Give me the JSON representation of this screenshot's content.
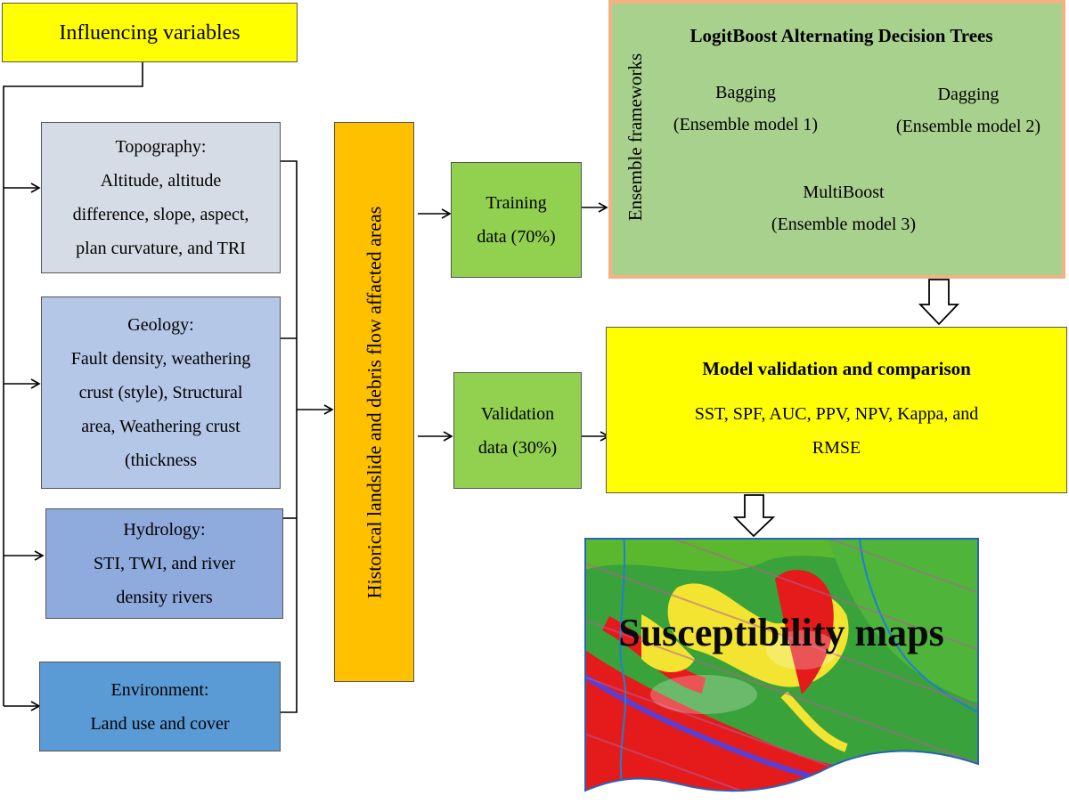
{
  "influencing": {
    "label": "Influencing variables"
  },
  "groups": [
    {
      "lines": [
        "Topography:",
        "Altitude, altitude",
        "difference, slope, aspect,",
        "plan curvature, and TRI"
      ]
    },
    {
      "lines": [
        "Geology:",
        "Fault density, weathering",
        "crust (style), Structural",
        "area, Weathering crust",
        "(thickness"
      ]
    },
    {
      "lines": [
        "Hydrology:",
        "STI, TWI, and river",
        "density rivers"
      ]
    },
    {
      "lines": [
        "Environment:",
        "Land use and cover"
      ]
    }
  ],
  "historical": {
    "label": "Historical landslide and debris flow affacted areas"
  },
  "training": {
    "lines": [
      "Training",
      "data (70%)"
    ]
  },
  "validation": {
    "lines": [
      "Validation",
      "data (30%)"
    ]
  },
  "ensemble": {
    "side_label": "Ensemble frameworks",
    "title": "LogitBoost Alternating Decision Trees",
    "models": [
      {
        "name": "Bagging",
        "label": "(Ensemble model 1)"
      },
      {
        "name": "Dagging",
        "label": "(Ensemble model 2)"
      },
      {
        "name": "MultiBoost",
        "label": "(Ensemble model 3)"
      }
    ]
  },
  "validation_box": {
    "title": "Model validation and comparison",
    "lines": [
      "SST, SPF, AUC, PPV, NPV, Kappa, and",
      "RMSE"
    ]
  },
  "map": {
    "lines": [
      "Susceptibility",
      "maps"
    ]
  },
  "colors": {
    "yellow": "#ffff00",
    "topography": "#d6dce5",
    "geology": "#b4c7e7",
    "hydrology": "#8faadc",
    "environment": "#5b9bd5",
    "orange": "#ffc000",
    "green_box": "#92d050",
    "ensemble_fill": "#a9d18e",
    "ensemble_border": "#f4b183"
  }
}
